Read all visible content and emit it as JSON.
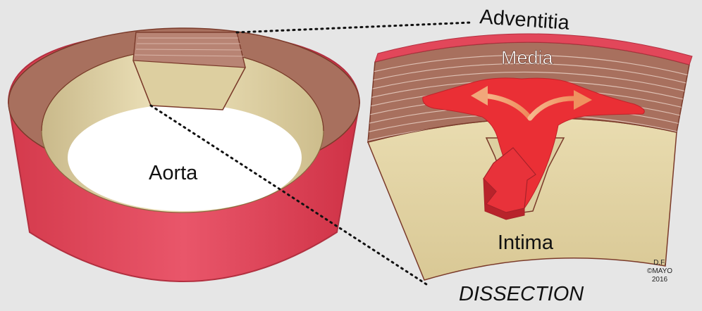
{
  "labels": {
    "adventitia": "Adventitia",
    "media": "Media",
    "aorta": "Aorta",
    "intima": "Intima",
    "dissection": "DISSECTION"
  },
  "credit": {
    "line1": "D.F.",
    "line2": "©MAYO",
    "line3": "2016"
  },
  "colors": {
    "background": "#e6e6e6",
    "adventitia_red": "#e2475a",
    "media_brown": "#a8705e",
    "intima_cream": "#ddcfa0",
    "blood_red": "#ea2f35",
    "flow_arrow": "#f0a070",
    "outline": "#7a3a2a"
  }
}
